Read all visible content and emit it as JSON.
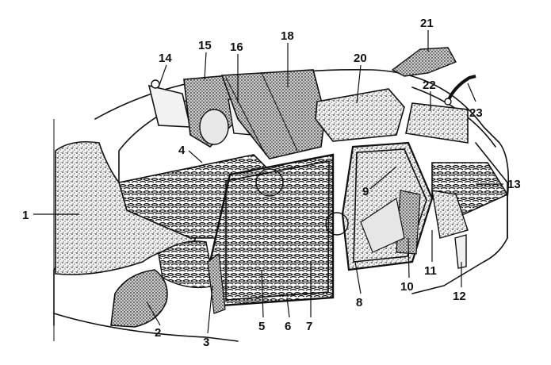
{
  "diagram": {
    "labels": [
      {
        "id": "1",
        "text": "1"
      },
      {
        "id": "2",
        "text": "2"
      },
      {
        "id": "3",
        "text": "3"
      },
      {
        "id": "4",
        "text": "4"
      },
      {
        "id": "5",
        "text": "5"
      },
      {
        "id": "6",
        "text": "6"
      },
      {
        "id": "7",
        "text": "7"
      },
      {
        "id": "8",
        "text": "8"
      },
      {
        "id": "9",
        "text": "9"
      },
      {
        "id": "10",
        "text": "10"
      },
      {
        "id": "11",
        "text": "11"
      },
      {
        "id": "12",
        "text": "12"
      },
      {
        "id": "13",
        "text": "13"
      },
      {
        "id": "14",
        "text": "14"
      },
      {
        "id": "15",
        "text": "15"
      },
      {
        "id": "16",
        "text": "16"
      },
      {
        "id": "18",
        "text": "18"
      },
      {
        "id": "20",
        "text": "20"
      },
      {
        "id": "21",
        "text": "21"
      },
      {
        "id": "22",
        "text": "22"
      },
      {
        "id": "23",
        "text": "23"
      }
    ]
  }
}
